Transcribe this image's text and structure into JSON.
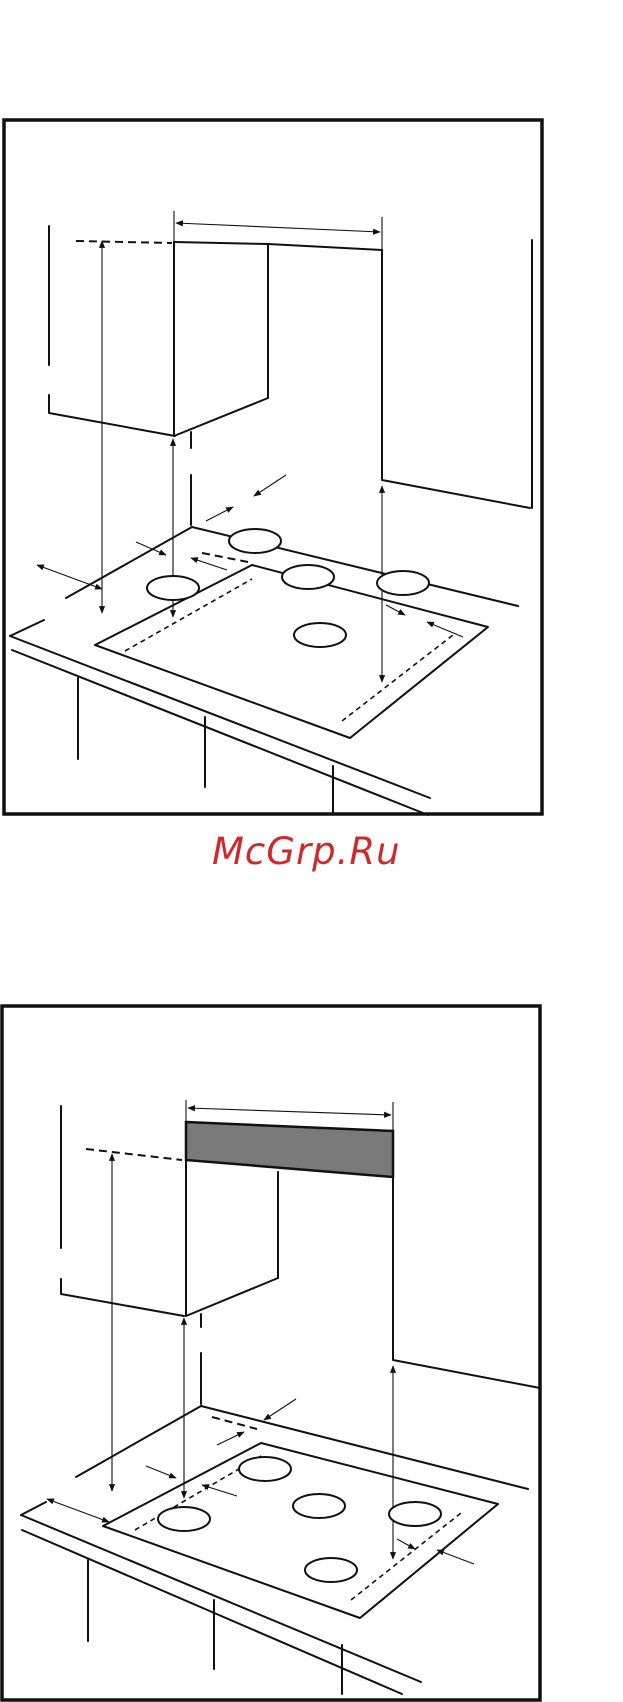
{
  "watermark": {
    "text": "McGrp.Ru",
    "color": "#cf2a2a"
  },
  "figures": [
    {
      "name": "installation-diagram-standard-hood",
      "hood_front_panel": "none"
    },
    {
      "name": "installation-diagram-hood-with-front-panel",
      "hood_front_panel": "shaded",
      "panel_color": "#7a7a7a"
    }
  ],
  "colors": {
    "line": "#111111",
    "background": "#ffffff"
  }
}
